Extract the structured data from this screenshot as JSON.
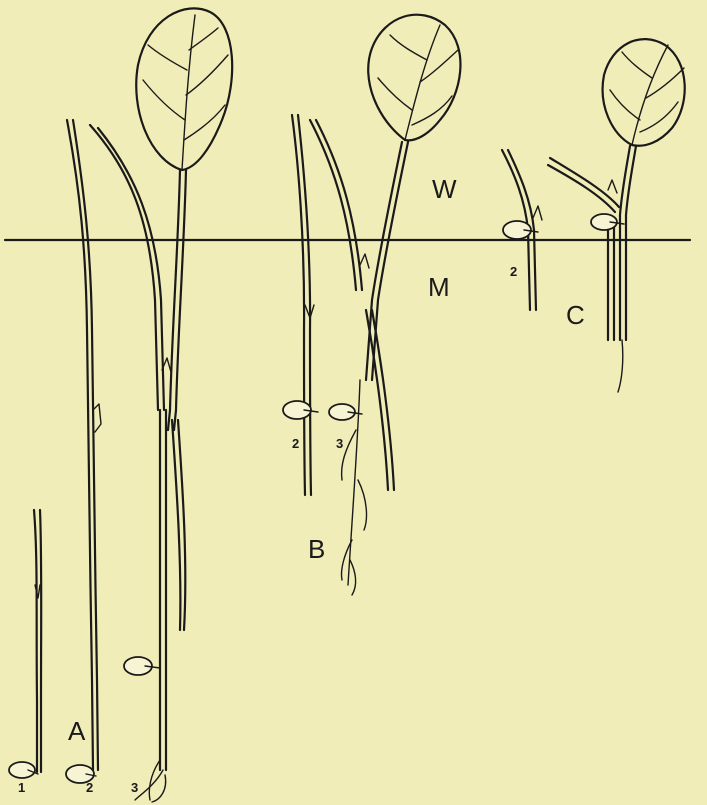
{
  "figure": {
    "zones": {
      "water": "W",
      "mud": "M"
    },
    "groups": [
      {
        "letter": "A",
        "stages": [
          "1",
          "2",
          "3"
        ]
      },
      {
        "letter": "B",
        "stages": [
          "2",
          "3"
        ]
      },
      {
        "letter": "C",
        "stages": [
          "2"
        ]
      }
    ],
    "colors": {
      "paper": "#f1edb8",
      "ink": "#1a1a1a"
    }
  }
}
